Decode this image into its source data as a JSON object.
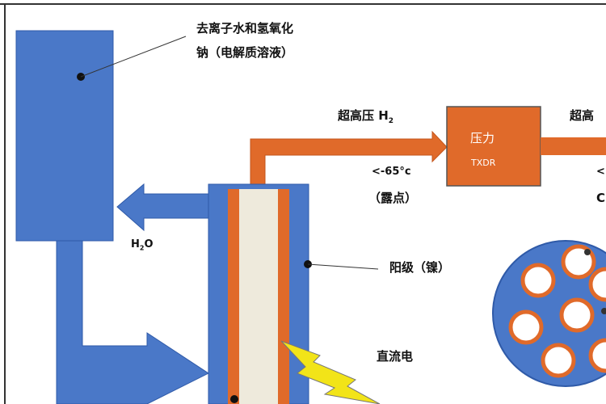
{
  "labels": {
    "deionized_water": "去离子水和氢氧化",
    "electrolyte": "钠（电解质溶液）",
    "hp_h2_prefix": "超高压 H",
    "hp_h2_sub": "2",
    "hp_right": "超高",
    "dew_temp": "<-65°c",
    "dew_point": "（露点）",
    "h2o_prefix": "H",
    "h2o_sub": "2",
    "h2o_suffix": "O",
    "anode": "阳级（镍）",
    "dc_power": "直流电",
    "right_c": "C",
    "right_dash": "<"
  },
  "box": {
    "title": "压力",
    "subtitle": "TXDR"
  },
  "colors": {
    "blue": "#4a78c8",
    "blue_dark": "#2f5aa8",
    "orange": "#e06a2a",
    "orange_dark": "#c4561c",
    "cream": "#eeeadc",
    "yellow": "#f2e418",
    "frame": "#333333"
  }
}
